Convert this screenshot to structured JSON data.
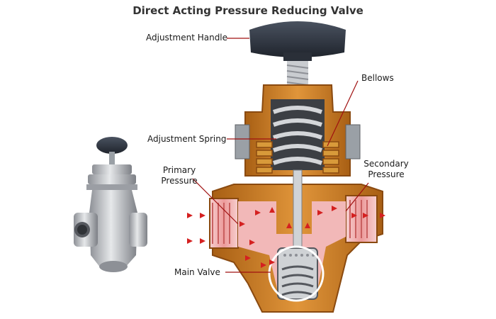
{
  "title": "Direct Acting Pressure Reducing Valve",
  "labels": {
    "adjustment_handle": "Adjustment Handle",
    "bellows": "Bellows",
    "adjustment_spring": "Adjustment Spring",
    "primary_line1": "Primary",
    "primary_line2": "Pressure",
    "secondary_line1": "Secondary",
    "secondary_line2": "Pressure",
    "main_valve": "Main Valve"
  },
  "colors": {
    "body": "#c8781e",
    "body_dark": "#8a4a10",
    "inner_flow": "#f2b8b8",
    "flow_arrow": "#d42020",
    "handle": "#2e3440",
    "spring": "#c8c8c8",
    "bellows": "#d89a3a",
    "leader": "#a01010"
  }
}
